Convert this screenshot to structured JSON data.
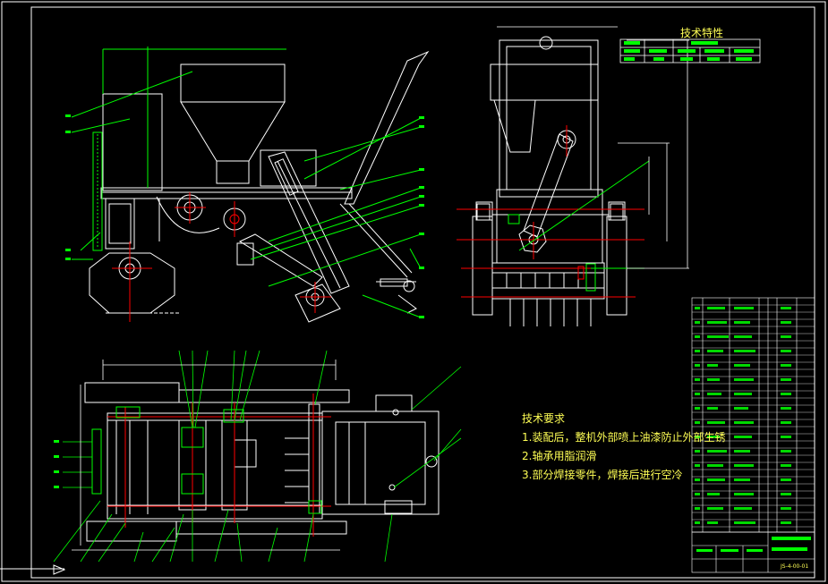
{
  "tech_requirements": {
    "heading": "技术要求",
    "items": [
      "1.装配后，整机外部喷上油漆防止外部生锈",
      "2.轴承用脂润滑",
      "3.部分焊接零件，焊接后进行空冷"
    ]
  },
  "spec_table": {
    "title": "技术特性"
  },
  "title_block": {
    "drawing_number": "JS-4-00-01"
  },
  "colors": {
    "background": "#000000",
    "frame": "#ffffff",
    "outline": "#ffffff",
    "leader": "#00ff00",
    "centerline": "#ff0000",
    "text": "#ffff55",
    "table": "#00ff00"
  }
}
